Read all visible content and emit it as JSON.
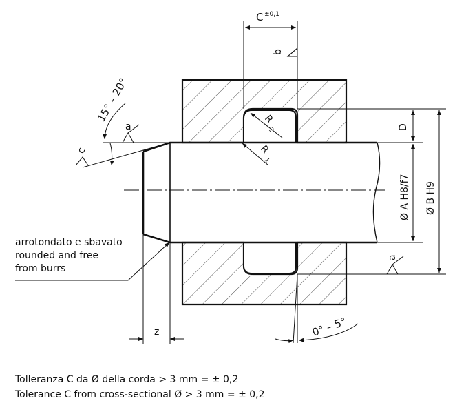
{
  "labels": {
    "c_dim": "C",
    "c_tol": "±0,1",
    "b": "b",
    "a": "a",
    "c": "c",
    "angle_chamfer": "15° – 20°",
    "angle_groove": "0° – 5°",
    "d": "D",
    "a_dim": "Ø A H8/f7",
    "b_dim": "Ø B H9",
    "z": "z",
    "r1": "R",
    "r1_sub": "1",
    "r2": "R",
    "r2_sub": "2"
  },
  "callout_lines": [
    "arrotondato e sbavato",
    "rounded and free",
    "from burrs"
  ],
  "notes": [
    "Tolleranza C da Ø della corda > 3 mm = ± 0,2",
    "Tolerance C from cross-sectional Ø > 3 mm = ± 0,2"
  ]
}
